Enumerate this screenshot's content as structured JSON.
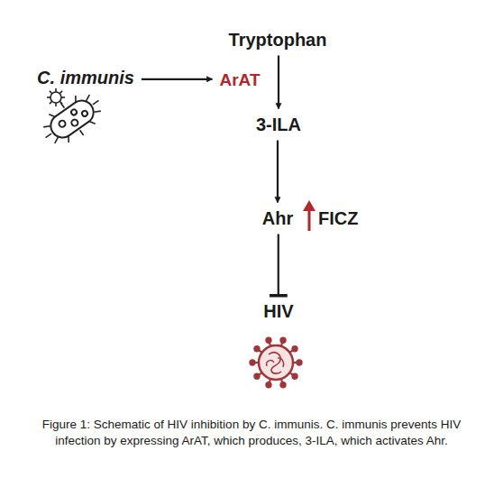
{
  "diagram": {
    "caption": "Figure 1: Schematic of HIV inhibition by C. immunis. C. immunis prevents HIV infection by expressing ArAT, which produces, 3-ILA, which activates Ahr.",
    "nodes": [
      {
        "text": [
          "Tryptophan"
        ]
      },
      {
        "text": [
          "C. immunis"
        ]
      },
      {
        "text": [
          "ArAT"
        ]
      },
      {
        "text": [
          "3-ILA"
        ]
      },
      {
        "text": [
          "Ahr"
        ]
      },
      {
        "text": [
          "HIV"
        ]
      }
    ],
    "edges": [
      {
        "from": 1,
        "to": 2,
        "arrow": "to"
      },
      {
        "from": 0,
        "to": 3,
        "arrow": "to"
      },
      {
        "from": 3,
        "to": 4,
        "arrow": "to"
      },
      {
        "from": 4,
        "to": 5,
        "arrow": "to"
      }
    ],
    "labels": [
      "FICZ"
    ]
  }
}
